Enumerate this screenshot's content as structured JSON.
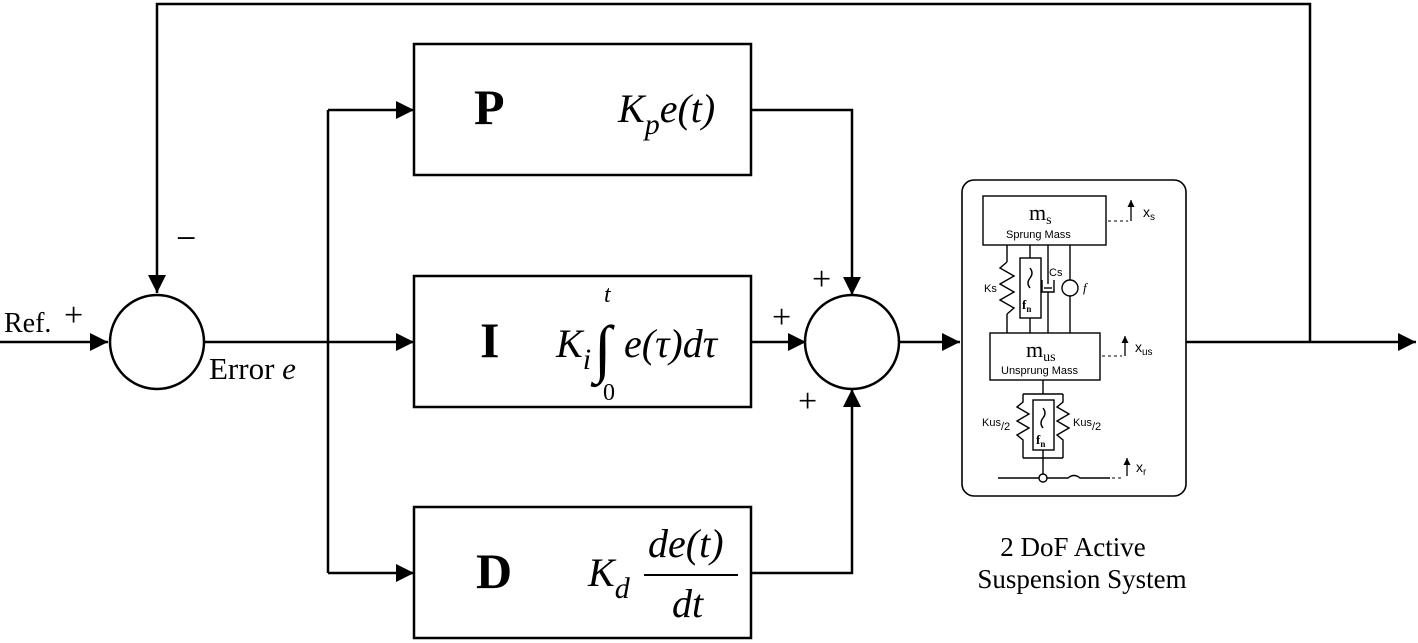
{
  "labels": {
    "ref": "Ref.",
    "ref_sign": "+",
    "feedback_sign": "−",
    "error": "Error",
    "error_symbol": "e",
    "sum_top_sign": "+",
    "sum_left_sign": "+",
    "sum_bottom_sign": "+"
  },
  "blocks": {
    "p": {
      "letter": "P",
      "gain": "K",
      "gain_sub": "p",
      "term": "e(t)"
    },
    "i": {
      "letter": "I",
      "gain": "K",
      "gain_sub": "i",
      "upper": "t",
      "lower": "0",
      "integral": "∫",
      "term": "e(τ)dτ"
    },
    "d": {
      "letter": "D",
      "gain": "K",
      "gain_sub": "d",
      "numerator": "de(t)",
      "denominator": "dt"
    }
  },
  "plant": {
    "caption_line1": "2 DoF Active",
    "caption_line2": "Suspension System",
    "sprung_symbol": "m",
    "sprung_sub": "s",
    "sprung_label": "Sprung Mass",
    "unsprung_symbol": "m",
    "unsprung_sub": "us",
    "unsprung_label": "Unsprung Mass",
    "ks": "Ks",
    "cs": "Cs",
    "force": "f",
    "fn_top": "f",
    "fn_top_sub": "n",
    "fn_bottom": "f",
    "fn_bottom_sub": "n",
    "kus_left": "Kus",
    "kus_left_sub": "/2",
    "kus_right": "Kus",
    "kus_right_sub": "/2",
    "xs": "x",
    "xs_sub": "s",
    "xus": "x",
    "xus_sub": "us",
    "xr": "x",
    "xr_sub": "r"
  }
}
